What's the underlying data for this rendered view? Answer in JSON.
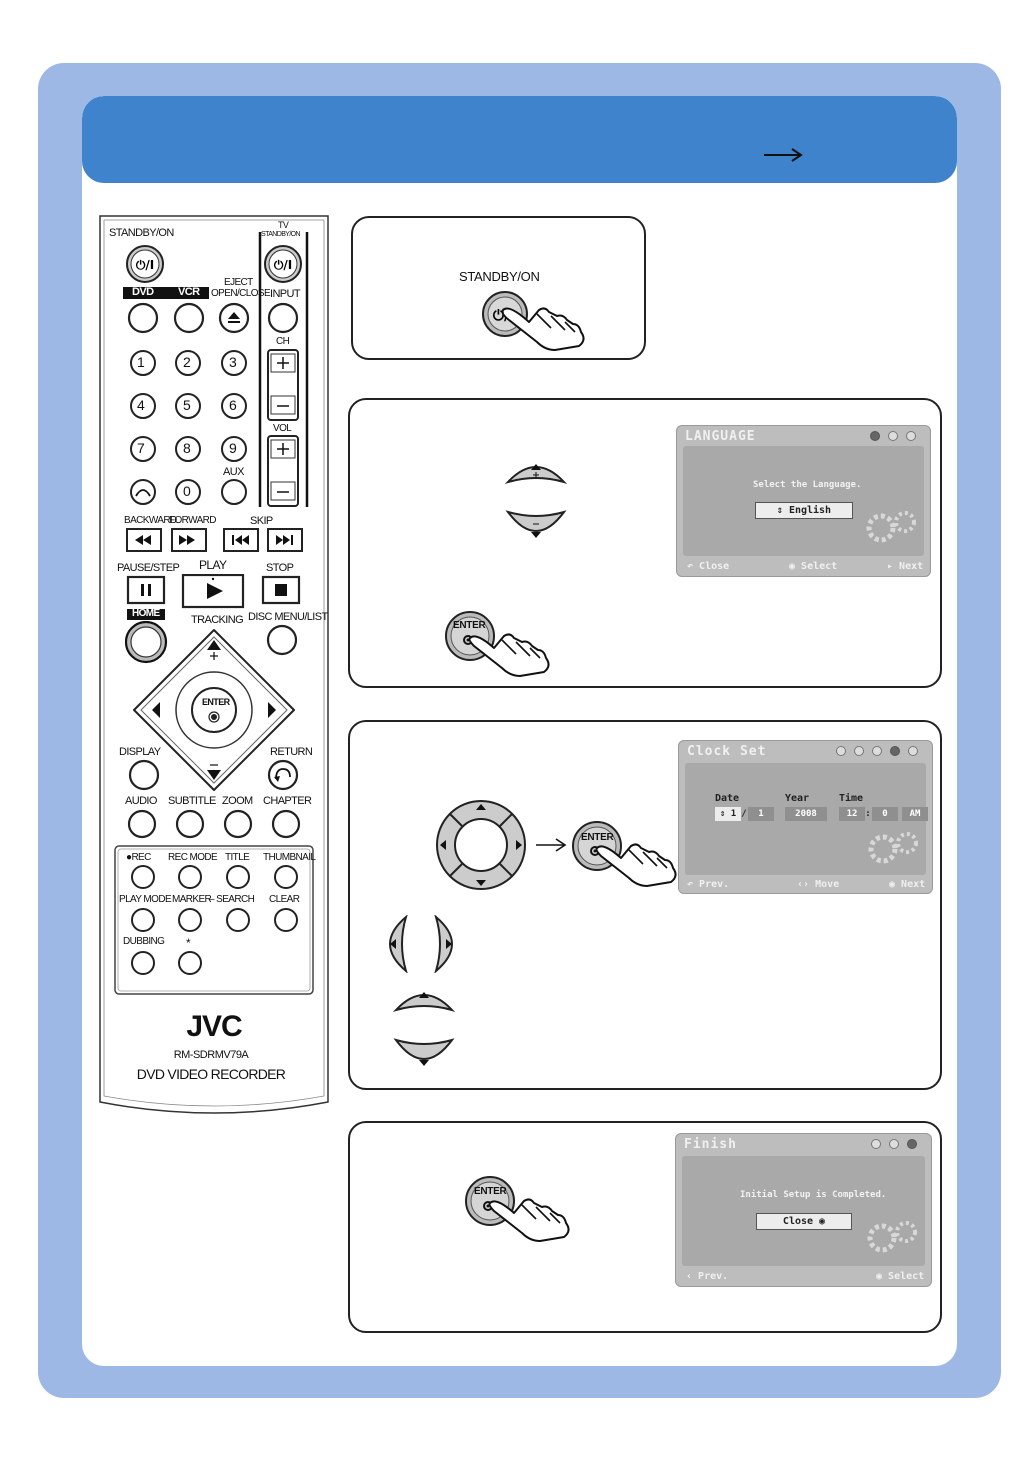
{
  "remote": {
    "standby_on": "STANDBY/ON",
    "tv": "TV",
    "tv_standby_on": "STANDBY/ON",
    "dvd": "DVD",
    "vcr": "VCR",
    "eject": "EJECT",
    "open_close": "OPEN/CLOSE",
    "input": "INPUT",
    "ch": "CH",
    "vol": "VOL",
    "aux": "AUX",
    "numbers": [
      "1",
      "2",
      "3",
      "4",
      "5",
      "6",
      "7",
      "8",
      "9",
      "0"
    ],
    "backward": "BACKWARD",
    "forward": "FORWARD",
    "skip": "SKIP",
    "pause_step": "PAUSE/STEP",
    "play": "PLAY",
    "stop": "STOP",
    "home": "HOME",
    "tracking": "TRACKING",
    "disc_menu_list": "DISC MENU/LIST",
    "enter": "ENTER",
    "display": "DISPLAY",
    "return": "RETURN",
    "audio": "AUDIO",
    "subtitle": "SUBTITLE",
    "zoom": "ZOOM",
    "chapter": "CHAPTER",
    "rec": "●REC",
    "rec_mode": "REC MODE",
    "title": "TITLE",
    "thumbnail": "THUMBNAIL",
    "play_mode": "PLAY MODE",
    "marker": "MARKER",
    "search": "– SEARCH",
    "clear": "CLEAR",
    "dubbing": "DUBBING",
    "star": "*",
    "brand": "JVC",
    "model": "RM-SDRMV79A",
    "product": "DVD VIDEO RECORDER"
  },
  "step1": {
    "button_label": "STANDBY/ON"
  },
  "step2": {
    "enter": "ENTER",
    "screen": {
      "title": "LANGUAGE",
      "message": "Select the Language.",
      "selected": "English",
      "footer_close": "Close",
      "footer_select": "Select",
      "footer_next": "Next"
    }
  },
  "step3": {
    "enter": "ENTER",
    "screen": {
      "title": "Clock Set",
      "date_label": "Date",
      "year_label": "Year",
      "time_label": "Time",
      "month": "1",
      "day": "1",
      "year": "2008",
      "hour": "12",
      "minute": "0",
      "ampm": "AM",
      "footer_prev": "Prev.",
      "footer_move": "Move",
      "footer_next": "Next"
    }
  },
  "step4": {
    "enter": "ENTER",
    "screen": {
      "title": "Finish",
      "message": "Initial Setup is Completed.",
      "button": "Close",
      "footer_prev": "Prev.",
      "footer_select": "Select"
    }
  },
  "colors": {
    "banner": "#3f83cc",
    "frame": "#9db8e5"
  }
}
